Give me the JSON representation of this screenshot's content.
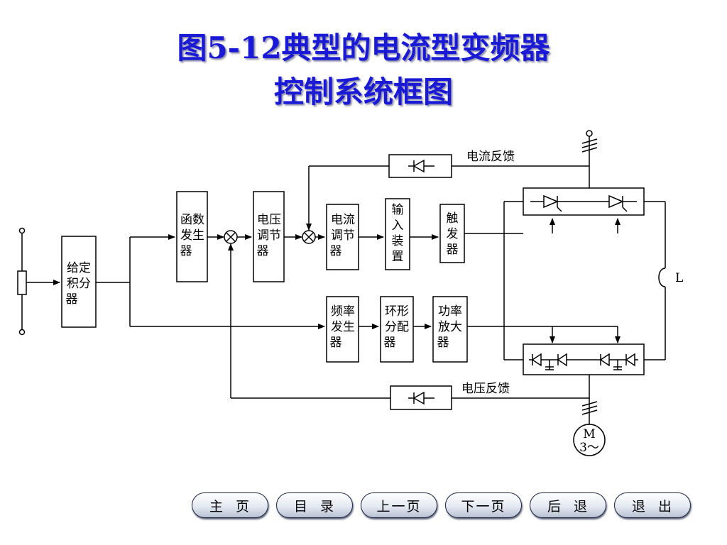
{
  "title": {
    "line1": "图5-12典型的电流型变频器",
    "line2": "控制系统框图"
  },
  "diagram": {
    "blocks": {
      "given_integrator": [
        "给定",
        "积分",
        "器"
      ],
      "function_generator": [
        "函数",
        "发生",
        "器"
      ],
      "voltage_regulator": [
        "电压",
        "调节",
        "器"
      ],
      "current_regulator": [
        "电流",
        "调节",
        "器"
      ],
      "input_device": [
        "输",
        "入",
        "装",
        "置"
      ],
      "trigger": [
        "触",
        "发",
        "器"
      ],
      "frequency_generator": [
        "频率",
        "发生",
        "器"
      ],
      "ring_distributor": [
        "环形",
        "分配",
        "器"
      ],
      "power_amplifier": [
        "功率",
        "放大",
        "器"
      ]
    },
    "labels": {
      "current_feedback": "电流反馈",
      "voltage_feedback": "电压反馈",
      "inductor": "L",
      "motor_line1": "M",
      "motor_line2": "3～"
    }
  },
  "nav": {
    "home": "主  页",
    "contents": "目  录",
    "prev": "上一页",
    "next": "下一页",
    "back": "后  退",
    "exit": "退  出"
  }
}
